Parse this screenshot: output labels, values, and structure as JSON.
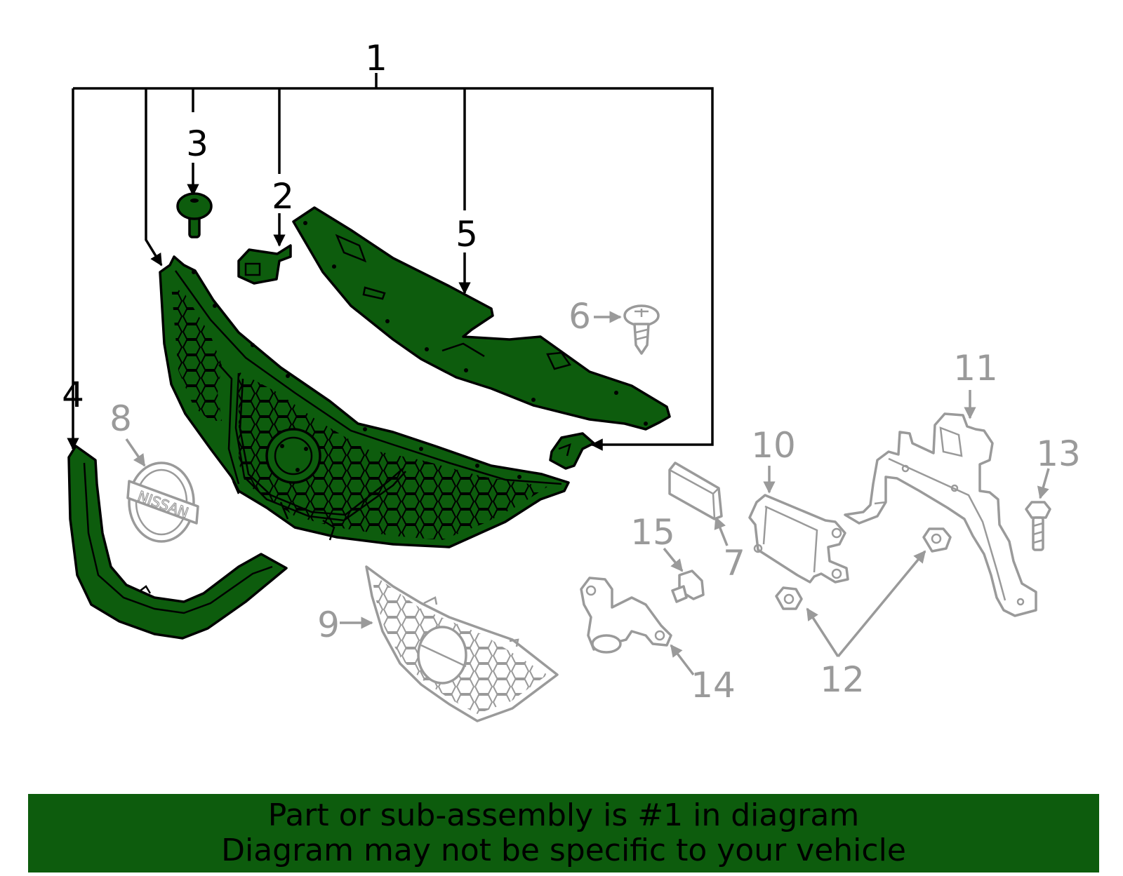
{
  "diagram": {
    "colors": {
      "highlight": "#0d5c0d",
      "active_outline": "#000000",
      "inactive": "#9a9a9a"
    },
    "callouts": {
      "c1": "1",
      "c2": "2",
      "c3": "3",
      "c4": "4",
      "c5": "5",
      "c6": "6",
      "c7": "7",
      "c8": "8",
      "c9": "9",
      "c10": "10",
      "c11": "11",
      "c12": "12",
      "c13": "13",
      "c14": "14",
      "c15": "15"
    },
    "emblem_text": "NISSAN"
  },
  "banner": {
    "line1": "Part or sub-assembly is #1 in diagram",
    "line2": "Diagram may not be specific to your vehicle"
  }
}
